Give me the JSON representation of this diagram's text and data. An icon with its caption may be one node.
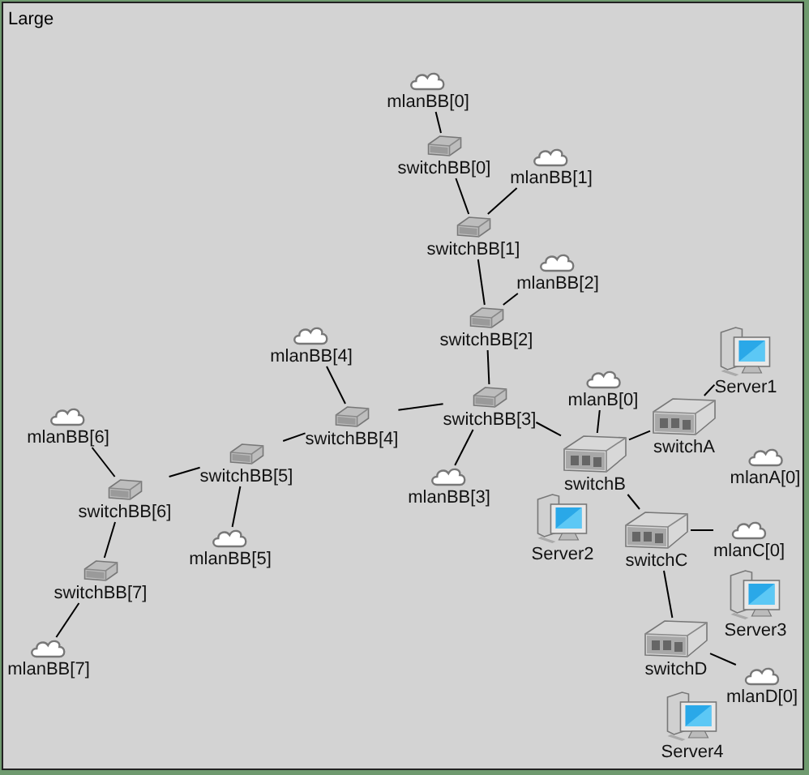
{
  "diagram": {
    "nodes": [
      {
        "text": [
          "Large"
        ]
      },
      {
        "text": [
          "mlanBB[0]"
        ],
        "in": 0
      },
      {
        "text": [
          "switchBB[0]"
        ],
        "in": 0
      },
      {
        "text": [
          "mlanBB[1]"
        ],
        "in": 0
      },
      {
        "text": [
          "switchBB[1]"
        ],
        "in": 0
      },
      {
        "text": [
          "mlanBB[2]"
        ],
        "in": 0
      },
      {
        "text": [
          "switchBB[2]"
        ],
        "in": 0
      },
      {
        "text": [
          "switchBB[3]"
        ],
        "in": 0
      },
      {
        "text": [
          "mlanBB[3]"
        ],
        "in": 0
      },
      {
        "text": [
          "mlanBB[4]"
        ],
        "in": 0
      },
      {
        "text": [
          "switchBB[4]"
        ],
        "in": 0
      },
      {
        "text": [
          "switchBB[5]"
        ],
        "in": 0
      },
      {
        "text": [
          "mlanBB[5]"
        ],
        "in": 0
      },
      {
        "text": [
          "mlanBB[6]"
        ],
        "in": 0
      },
      {
        "text": [
          "switchBB[6]"
        ],
        "in": 0
      },
      {
        "text": [
          "switchBB[7]"
        ],
        "in": 0
      },
      {
        "text": [
          "mlanBB[7]"
        ],
        "in": 0
      },
      {
        "text": [
          "switchB"
        ],
        "in": 0
      },
      {
        "text": [
          "mlanB[0]"
        ],
        "in": 0
      },
      {
        "text": [
          "switchA"
        ],
        "in": 0
      },
      {
        "text": [
          "Server1"
        ],
        "in": 0
      },
      {
        "text": [
          "mlanA[0]"
        ],
        "in": 0
      },
      {
        "text": [
          "Server2"
        ],
        "in": 0
      },
      {
        "text": [
          "switchC"
        ],
        "in": 0
      },
      {
        "text": [
          "mlanC[0]"
        ],
        "in": 0
      },
      {
        "text": [
          "Server3"
        ],
        "in": 0
      },
      {
        "text": [
          "switchD"
        ],
        "in": 0
      },
      {
        "text": [
          "mlanD[0]"
        ],
        "in": 0
      },
      {
        "text": [
          "Server4"
        ],
        "in": 0
      }
    ],
    "edges": [
      {
        "from": 1,
        "to": 2,
        "arrow": "none"
      },
      {
        "from": 2,
        "to": 4,
        "arrow": "none"
      },
      {
        "from": 3,
        "to": 4,
        "arrow": "none"
      },
      {
        "from": 4,
        "to": 6,
        "arrow": "none"
      },
      {
        "from": 5,
        "to": 6,
        "arrow": "none"
      },
      {
        "from": 6,
        "to": 7,
        "arrow": "none"
      },
      {
        "from": 7,
        "to": 8,
        "arrow": "none"
      },
      {
        "from": 7,
        "to": 10,
        "arrow": "none"
      },
      {
        "from": 7,
        "to": 17,
        "arrow": "none"
      },
      {
        "from": 9,
        "to": 10,
        "arrow": "none"
      },
      {
        "from": 10,
        "to": 11,
        "arrow": "none"
      },
      {
        "from": 11,
        "to": 12,
        "arrow": "none"
      },
      {
        "from": 11,
        "to": 14,
        "arrow": "none"
      },
      {
        "from": 13,
        "to": 14,
        "arrow": "none"
      },
      {
        "from": 14,
        "to": 15,
        "arrow": "none"
      },
      {
        "from": 15,
        "to": 16,
        "arrow": "none"
      },
      {
        "from": 18,
        "to": 17,
        "arrow": "none"
      },
      {
        "from": 17,
        "to": 19,
        "arrow": "none"
      },
      {
        "from": 19,
        "to": 20,
        "arrow": "none"
      },
      {
        "from": 17,
        "to": 23,
        "arrow": "none"
      },
      {
        "from": 23,
        "to": 24,
        "arrow": "none"
      },
      {
        "from": 23,
        "to": 26,
        "arrow": "none"
      },
      {
        "from": 26,
        "to": 27,
        "arrow": "none"
      }
    ]
  }
}
